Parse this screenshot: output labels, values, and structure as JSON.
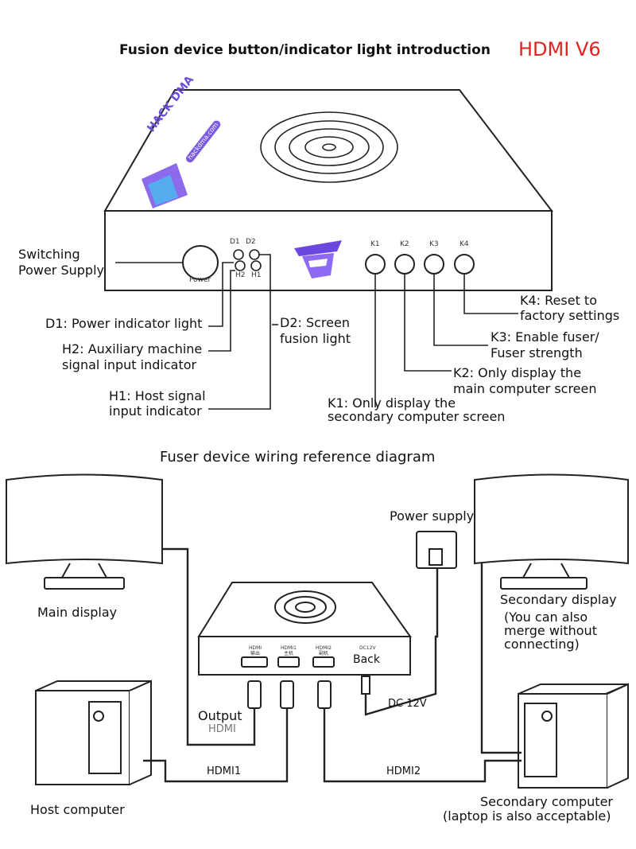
{
  "header": {
    "title": "Fusion device button/indicator light introduction",
    "model": "HDMI V6"
  },
  "device_top": {
    "brand": "HACK DMA",
    "domain": "hackdma.com",
    "power_button": "Power",
    "indicators": {
      "d1": "D1",
      "d2": "D2",
      "h2": "H2",
      "h1": "H1"
    },
    "keys": [
      "K1",
      "K2",
      "K3",
      "K4"
    ]
  },
  "callouts": {
    "switching_power": [
      "Switching",
      "Power Supply"
    ],
    "d1": "D1: Power indicator light",
    "d2": [
      "D2: Screen",
      "fusion light"
    ],
    "h2": [
      "H2: Auxiliary machine",
      "signal input indicator"
    ],
    "h1": [
      "H1: Host signal",
      "input indicator"
    ],
    "k1": [
      "K1: Only display the",
      "secondary computer screen"
    ],
    "k2": [
      "K2: Only display the",
      "main computer screen"
    ],
    "k3": [
      "K3: Enable fuser/",
      "Fuser strength"
    ],
    "k4": [
      "K4: Reset to",
      "factory settings"
    ]
  },
  "wiring": {
    "title": "Fuser device wiring reference diagram",
    "main_display": "Main display",
    "power_supply": "Power supply",
    "secondary_display": "Secondary display",
    "secondary_note": [
      "(You can also",
      "merge without",
      "connecting)"
    ],
    "output": [
      "Output",
      "HDMI"
    ],
    "dc": "DC 12V",
    "hdmi1": "HDMI1",
    "hdmi2": "HDMI2",
    "host_computer": "Host computer",
    "secondary_computer": [
      "Secondary computer",
      "(laptop is also acceptable)"
    ],
    "ports": {
      "out": "HDMI",
      "out_sub": "输出",
      "in1": "HDMI1",
      "in1_sub": "主机",
      "in2": "HDMI2",
      "in2_sub": "副机",
      "dc": "DC12V",
      "back": "Back"
    }
  },
  "colors": {
    "title_accent": "#e0241f",
    "brand": "#6b4fd8",
    "line": "#222222"
  }
}
